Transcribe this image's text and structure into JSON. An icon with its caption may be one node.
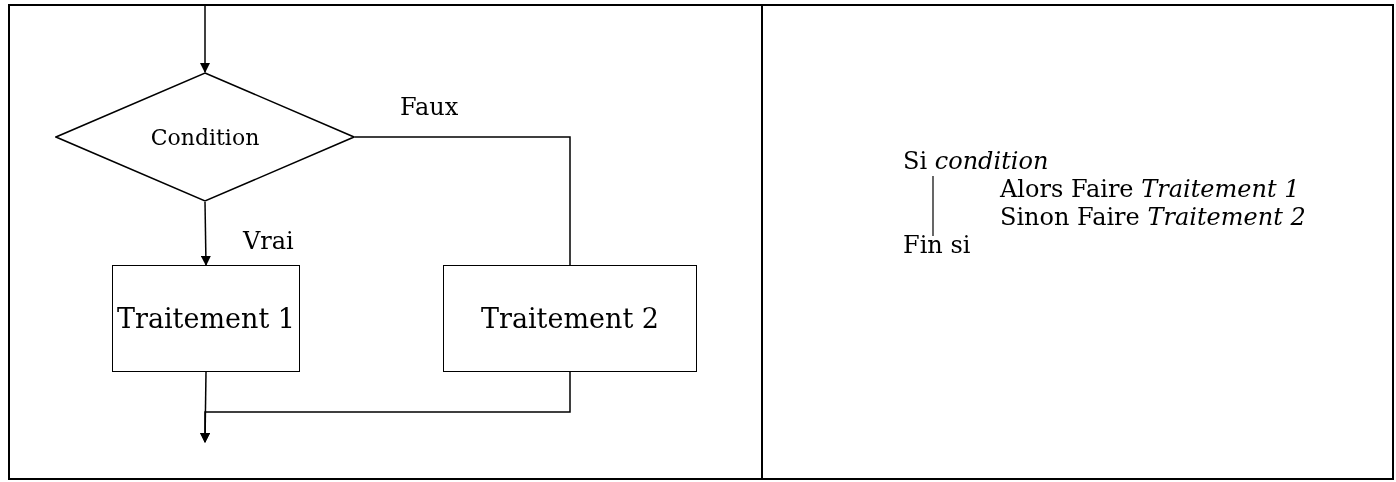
{
  "diagram": {
    "nodes": [
      {
        "text": [
          "Condition"
        ]
      },
      {
        "text": [
          "Traitement 1"
        ]
      },
      {
        "text": [
          "Traitement 2"
        ]
      }
    ],
    "edges": [
      {
        "from": null,
        "to": 0,
        "arrow": "to"
      },
      {
        "from": 0,
        "to": 1,
        "arrow": "to",
        "label": "Vrai"
      },
      {
        "from": 0,
        "to": 2,
        "arrow": "none",
        "label": "Faux"
      },
      {
        "from": 1,
        "to": null,
        "arrow": "to"
      },
      {
        "from": 2,
        "to": null,
        "arrow": "to"
      }
    ],
    "labels": [
      "Si *condition*",
      "Alors Faire *Traitement 1*",
      "Sinon Faire *Traitement 2*",
      "Fin si"
    ]
  }
}
